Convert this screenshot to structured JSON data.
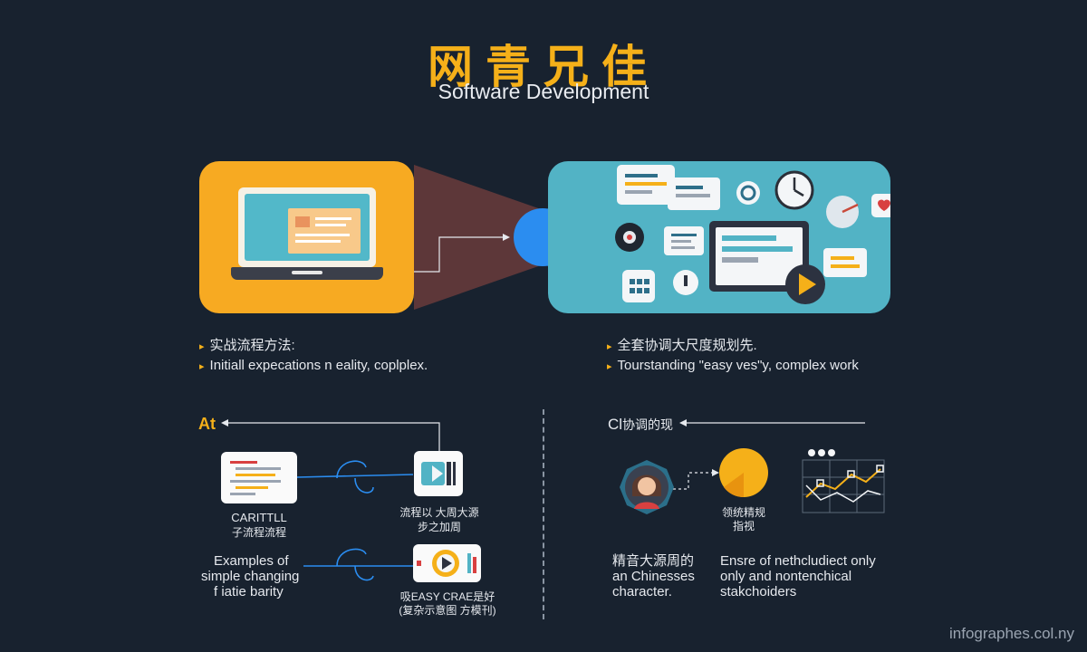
{
  "header": {
    "title": "网青兄佳",
    "subtitle": "Software Development"
  },
  "left_panel": {
    "heading": "实战流程方法:",
    "caption": "Initiall expecations n eality, coplplex."
  },
  "right_panel": {
    "heading": "全套协调大尺度规划先.",
    "caption": "Tourstanding \"easy ves\"y, complex work"
  },
  "bottom_left": {
    "section_label": "At",
    "card1_label": "CARITTLL",
    "card1_sub": "子流程流程",
    "card2_label": "流程以 大周大源",
    "card2_sub": "步之加周",
    "desc1": [
      "Examples of",
      "simple changing",
      "f iatie barity"
    ],
    "card3_label": "吸EASY CRAE是好",
    "card3_sub": "(复杂示意图 方模刊)"
  },
  "bottom_right": {
    "section_label": "Cl",
    "section_label_cn": "协调的现",
    "pie_label": "领统精规",
    "pie_sub": "指视",
    "desc_person": [
      "精音大源周的",
      "an Chinesses",
      "character."
    ],
    "desc_chart": [
      "Ensre of nethcludiect only",
      "only and nontenchical",
      "stakchoiders"
    ]
  },
  "footer": {
    "credit": "infographes.col.ny"
  },
  "colors": {
    "background": "#18222f",
    "accent_yellow": "#f5b019",
    "orange": "#f7aa22",
    "teal": "#52b3c5",
    "blue": "#2b8df0"
  }
}
